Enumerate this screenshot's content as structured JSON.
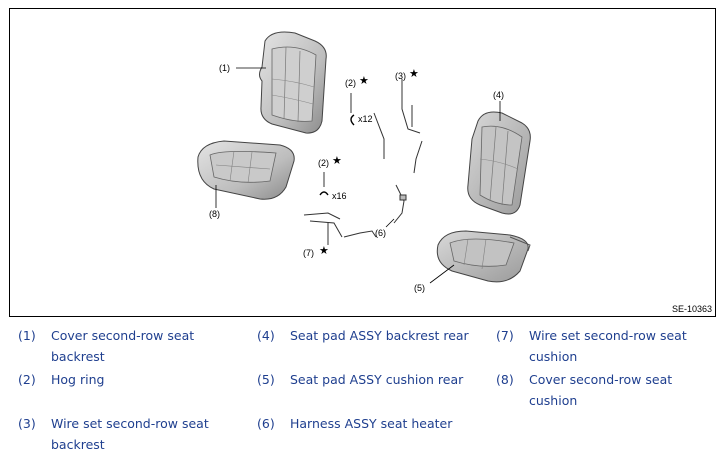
{
  "figure": {
    "code": "SE-10363",
    "callouts": {
      "c1": "(1)",
      "c2a": "(2)",
      "c2b": "(2)",
      "c3": "(3)",
      "c4": "(4)",
      "c5": "(5)",
      "c6": "(6)",
      "c7": "(7)",
      "c8": "(8)",
      "qty_a": "x12",
      "qty_b": "x16"
    }
  },
  "legend": [
    {
      "num": "(1)",
      "text": "Cover second-row seat backrest"
    },
    {
      "num": "(4)",
      "text": "Seat pad ASSY backrest rear"
    },
    {
      "num": "(7)",
      "text": "Wire set second-row seat cushion"
    },
    {
      "num": "(2)",
      "text": "Hog ring"
    },
    {
      "num": "(5)",
      "text": "Seat pad ASSY cushion rear"
    },
    {
      "num": "(8)",
      "text": "Cover second-row seat cushion"
    },
    {
      "num": "(3)",
      "text": "Wire set second-row seat backrest"
    },
    {
      "num": "(6)",
      "text": "Harness ASSY seat heater"
    }
  ]
}
